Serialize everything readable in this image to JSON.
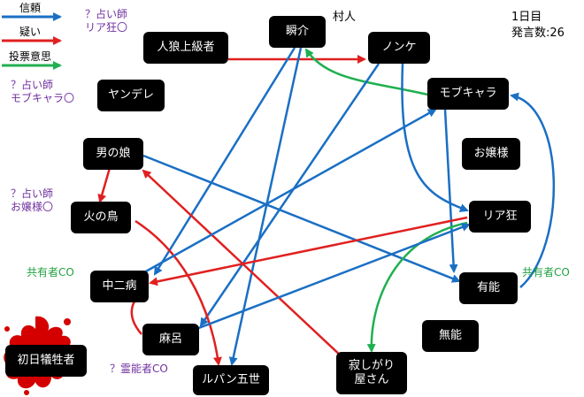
{
  "legend": {
    "trust": {
      "label": "信頼",
      "color": "#1a6fc4"
    },
    "doubt": {
      "label": "疑い",
      "color": "#e02020"
    },
    "vote": {
      "label": "投票意思",
      "color": "#20b050"
    }
  },
  "header": {
    "role": "村人",
    "day": "1日目",
    "posts": "発言数:26"
  },
  "nodes": {
    "shunsuke": "瞬介",
    "jinrou": "人狼上級者",
    "nonke": "ノンケ",
    "yandere": "ヤンデレ",
    "mobukyara": "モブキャラ",
    "otokonoko": "男の娘",
    "ojousama": "お嬢様",
    "hinotori": "火の鳥",
    "riakyou": "リア狂",
    "chuunibyou": "中二病",
    "yuunou": "有能",
    "muno": "無能",
    "maro": "麻呂",
    "sabishigari": "寂しがり\n屋さん",
    "rupan": "ルパン五世",
    "victim": "初日犠牲者"
  },
  "notes": {
    "seer1": "？占い師\nリア狂〇",
    "seer2": "？占い師\nモブキャラ〇",
    "seer3": "？占い師\nお嬢様〇",
    "sharer_left": "共有者CO",
    "sharer_right": "共有者CO",
    "medium": "？霊能者CO"
  },
  "arrows": [
    {
      "from": "jinrou",
      "to": "nonke",
      "type": "doubt"
    },
    {
      "from": "mobukyara",
      "to": "shunsuke",
      "type": "vote"
    },
    {
      "from": "shunsuke",
      "to": "chuunibyou",
      "type": "trust"
    },
    {
      "from": "shunsuke",
      "to": "rupan",
      "type": "trust"
    },
    {
      "from": "nonke",
      "to": "riakyou",
      "type": "trust"
    },
    {
      "from": "nonke",
      "to": "maro",
      "type": "trust"
    },
    {
      "from": "mobukyara",
      "to": "yuunou",
      "type": "trust"
    },
    {
      "from": "yuunou",
      "to": "mobukyara",
      "type": "trust"
    },
    {
      "from": "otokonoko",
      "to": "hinotori",
      "type": "doubt"
    },
    {
      "from": "otokonoko",
      "to": "yuunou",
      "type": "trust"
    },
    {
      "from": "sabishigari",
      "to": "otokonoko",
      "type": "doubt"
    },
    {
      "from": "hinotori",
      "to": "rupan",
      "type": "doubt"
    },
    {
      "from": "riakyou",
      "to": "chuunibyou",
      "type": "doubt"
    },
    {
      "from": "riakyou",
      "to": "sabishigari",
      "type": "vote"
    },
    {
      "from": "maro",
      "to": "riakyou",
      "type": "trust"
    },
    {
      "from": "maro",
      "to": "chuunibyou",
      "type": "doubt"
    },
    {
      "from": "chuunibyou",
      "to": "mobukyara",
      "type": "trust"
    }
  ]
}
